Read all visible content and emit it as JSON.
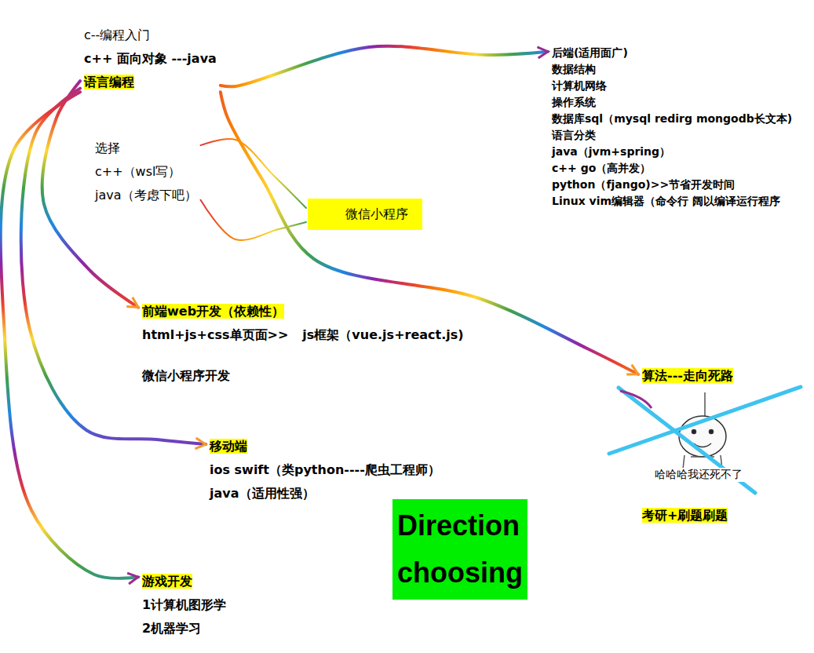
{
  "diagram": {
    "nodes": [
      {
        "text": [
          "c--编程入门",
          "c++ 面向对象 ---java",
          "语言编程"
        ]
      },
      {
        "text": [
          "后端(适用面广)",
          "数据结构",
          "计算机网络",
          "操作系统",
          "数据库sql（mysql  redirg  mongodb长文本)",
          "语言分类",
          "java（jvm+spring）",
          "c++ go（高并发）",
          "python（fjango)>>节省开发时间",
          "Linux  vim编辑器（命令行 阔以编译运行程序"
        ]
      },
      {
        "text": [
          "选择",
          "c++（wsl写）",
          "java（考虑下吧）"
        ]
      },
      {
        "text": [
          "微信小程序"
        ]
      },
      {
        "text": [
          "前端web开发（依赖性）",
          "html+js+css单页面>>",
          "js框架（vue.js+react.js)",
          "微信小程序开发"
        ]
      },
      {
        "text": [
          "算法---走向死路",
          "考研+刷题刷题"
        ]
      },
      {
        "text": [
          "移动端",
          "ios swift（类python----爬虫工程师）",
          "java（适用性强）"
        ]
      },
      {
        "text": [
          "游戏开发",
          "1计算机图形学",
          "2机器学习"
        ]
      },
      {
        "text": [
          "Direction choosing"
        ]
      }
    ],
    "edges": [
      {
        "from": 0,
        "to": 1,
        "arrow": "to"
      },
      {
        "from": 0,
        "to": 4,
        "arrow": "to"
      },
      {
        "from": 0,
        "to": 5,
        "arrow": "to"
      },
      {
        "from": 0,
        "to": 6,
        "arrow": "to"
      },
      {
        "from": 0,
        "to": 7,
        "arrow": "to"
      },
      {
        "from": 2,
        "to": 3,
        "arrow": "none"
      },
      {
        "from": 2,
        "to": 3,
        "arrow": "none"
      }
    ],
    "labels": [
      "哈哈哈我还死不了"
    ]
  }
}
